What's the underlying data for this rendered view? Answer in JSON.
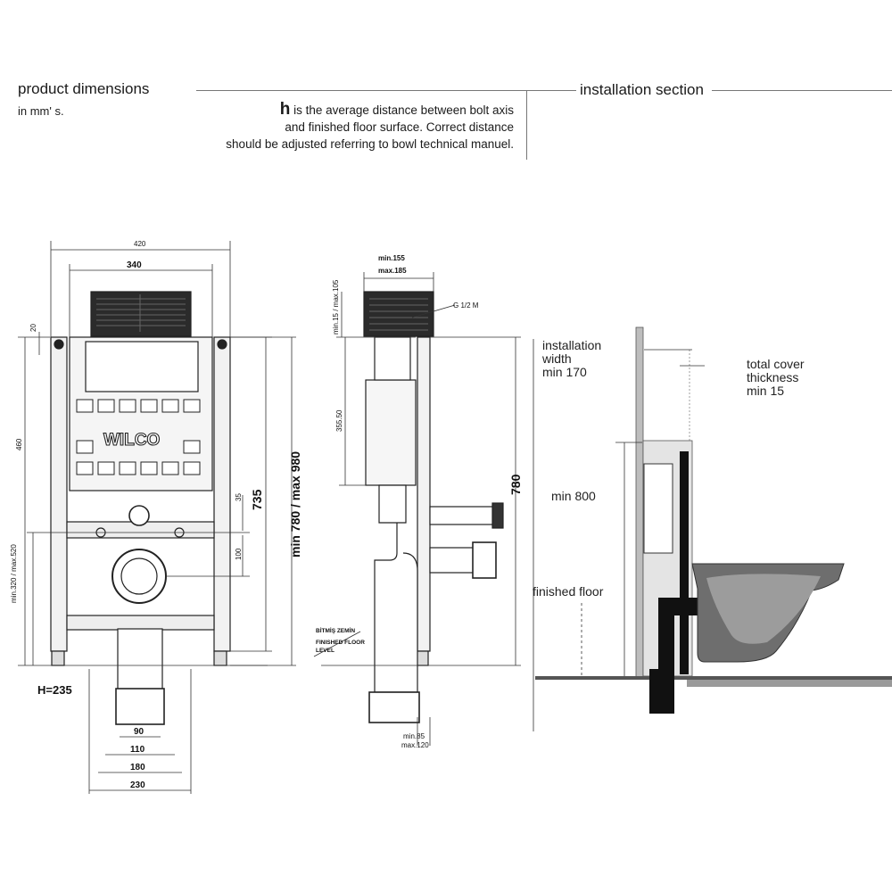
{
  "header": {
    "left_title": "product dimensions",
    "left_sub": "in mm' s.",
    "note_bold": "h",
    "note_line1": " is the average distance between bolt axis",
    "note_line2": "and finished floor surface. Correct distance",
    "note_line3": "should be adjusted referring to bowl technical manuel.",
    "right_title": "installation section"
  },
  "front_view": {
    "brand": "WILCO",
    "dim_420": "420",
    "dim_340": "340",
    "dim_20": "20",
    "dim_460": "460",
    "dim_735": "735",
    "dim_range": "min 780 / max 980",
    "dim_35": "35",
    "dim_100": "100",
    "dim_minmax_320_520": "min.320 / max.520",
    "h_label": "H=235",
    "dim_90": "90",
    "dim_110": "110",
    "dim_180": "180",
    "dim_230": "230"
  },
  "side_view": {
    "dim_min155": "min.155",
    "dim_max185": "max.185",
    "dim_min15_max105": "min.15 / max.105",
    "thread": "G 1/2 M",
    "dim_35550": "355.50",
    "dim_780": "780",
    "floor_tr": "BİTMİŞ ZEMİN",
    "floor_en1": "FINISHED FLOOR",
    "floor_en2": "LEVEL",
    "dim_min85": "min.85",
    "dim_max120": "max.120"
  },
  "installation": {
    "width_l1": "installation",
    "width_l2": "width",
    "width_l3": "min 170",
    "cover_l1": "total cover",
    "cover_l2": "thickness",
    "cover_l3": "min 15",
    "min800": "min 800",
    "finished_floor": "finished floor"
  }
}
